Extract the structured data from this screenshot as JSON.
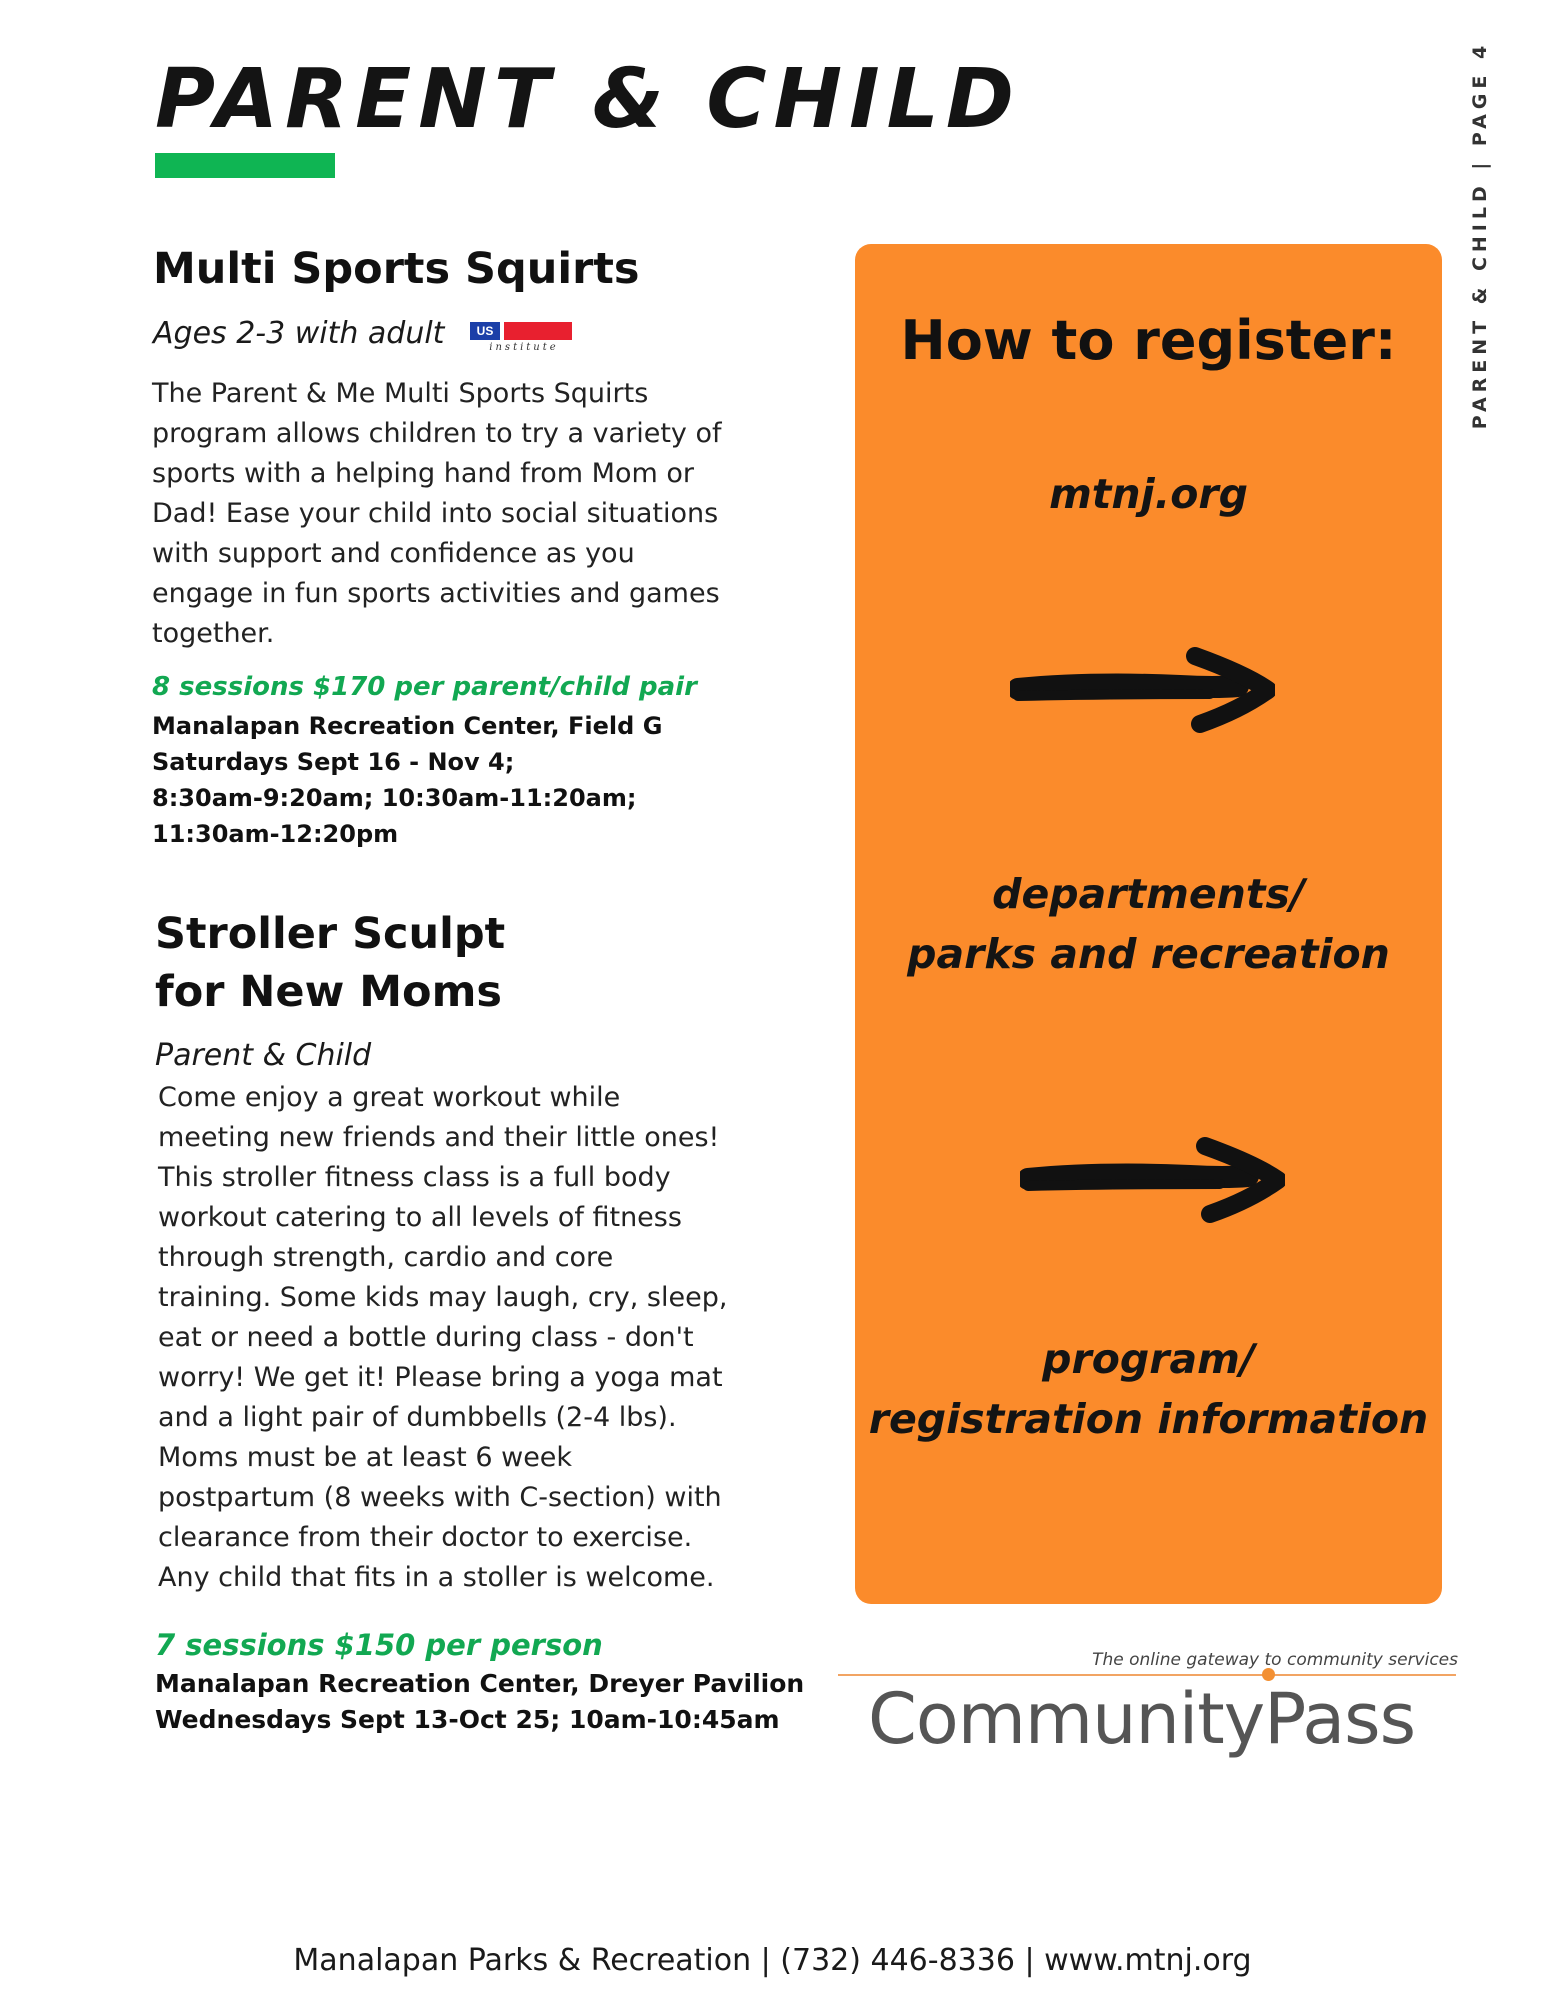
{
  "header": {
    "title": "PARENT & CHILD",
    "side_label": "PARENT & CHILD  |  PAGE 4"
  },
  "programs": [
    {
      "title": "Multi Sports Squirts",
      "subtitle": "Ages 2-3 with adult",
      "logo_text": "US",
      "logo_subtext": "institute",
      "description": "The Parent & Me Multi Sports Squirts program allows children to try a variety of sports with a helping hand from Mom or Dad! Ease your child into social situations with support and confidence as you engage in fun sports activities and games together.",
      "price": "8 sessions $170 per parent/child pair",
      "details": [
        "Manalapan Recreation Center, Field G",
        "Saturdays Sept 16 - Nov 4;",
        "8:30am-9:20am; 10:30am-11:20am;",
        "11:30am-12:20pm"
      ]
    },
    {
      "title_line1": "Stroller Sculpt",
      "title_line2": "for New Moms",
      "subtitle": "Parent & Child",
      "description": "Come enjoy a great workout while meeting new friends and their little ones! This stroller fitness class is a full body workout catering to all levels of fitness through strength, cardio and core training. Some kids may laugh, cry, sleep, eat or need a bottle during class - don't worry! We get it! Please bring a yoga mat and a light pair of dumbbells (2-4 lbs). Moms must be at least 6 week postpartum (8 weeks with C-section) with clearance from their doctor to exercise. Any child that fits in a stoller is welcome.",
      "price": "7 sessions $150 per person",
      "details": [
        "Manalapan Recreation Center, Dreyer Pavilion",
        "Wednesdays Sept 13-Oct 25; 10am-10:45am"
      ]
    }
  ],
  "register": {
    "heading": "How to register:",
    "step1": "mtnj.org",
    "step2_line1": "departments/",
    "step2_line2": "parks and recreation",
    "step3_line1": "program/",
    "step3_line2": "registration information"
  },
  "community_pass": {
    "tagline": "The online gateway to community services",
    "wordmark": "CommunityPass"
  },
  "footer": {
    "text": "Manalapan Parks & Recreation  |  (732) 446-8336  |  www.mtnj.org"
  },
  "colors": {
    "accent_green": "#0fb553",
    "panel_orange": "#fb8b2b"
  }
}
